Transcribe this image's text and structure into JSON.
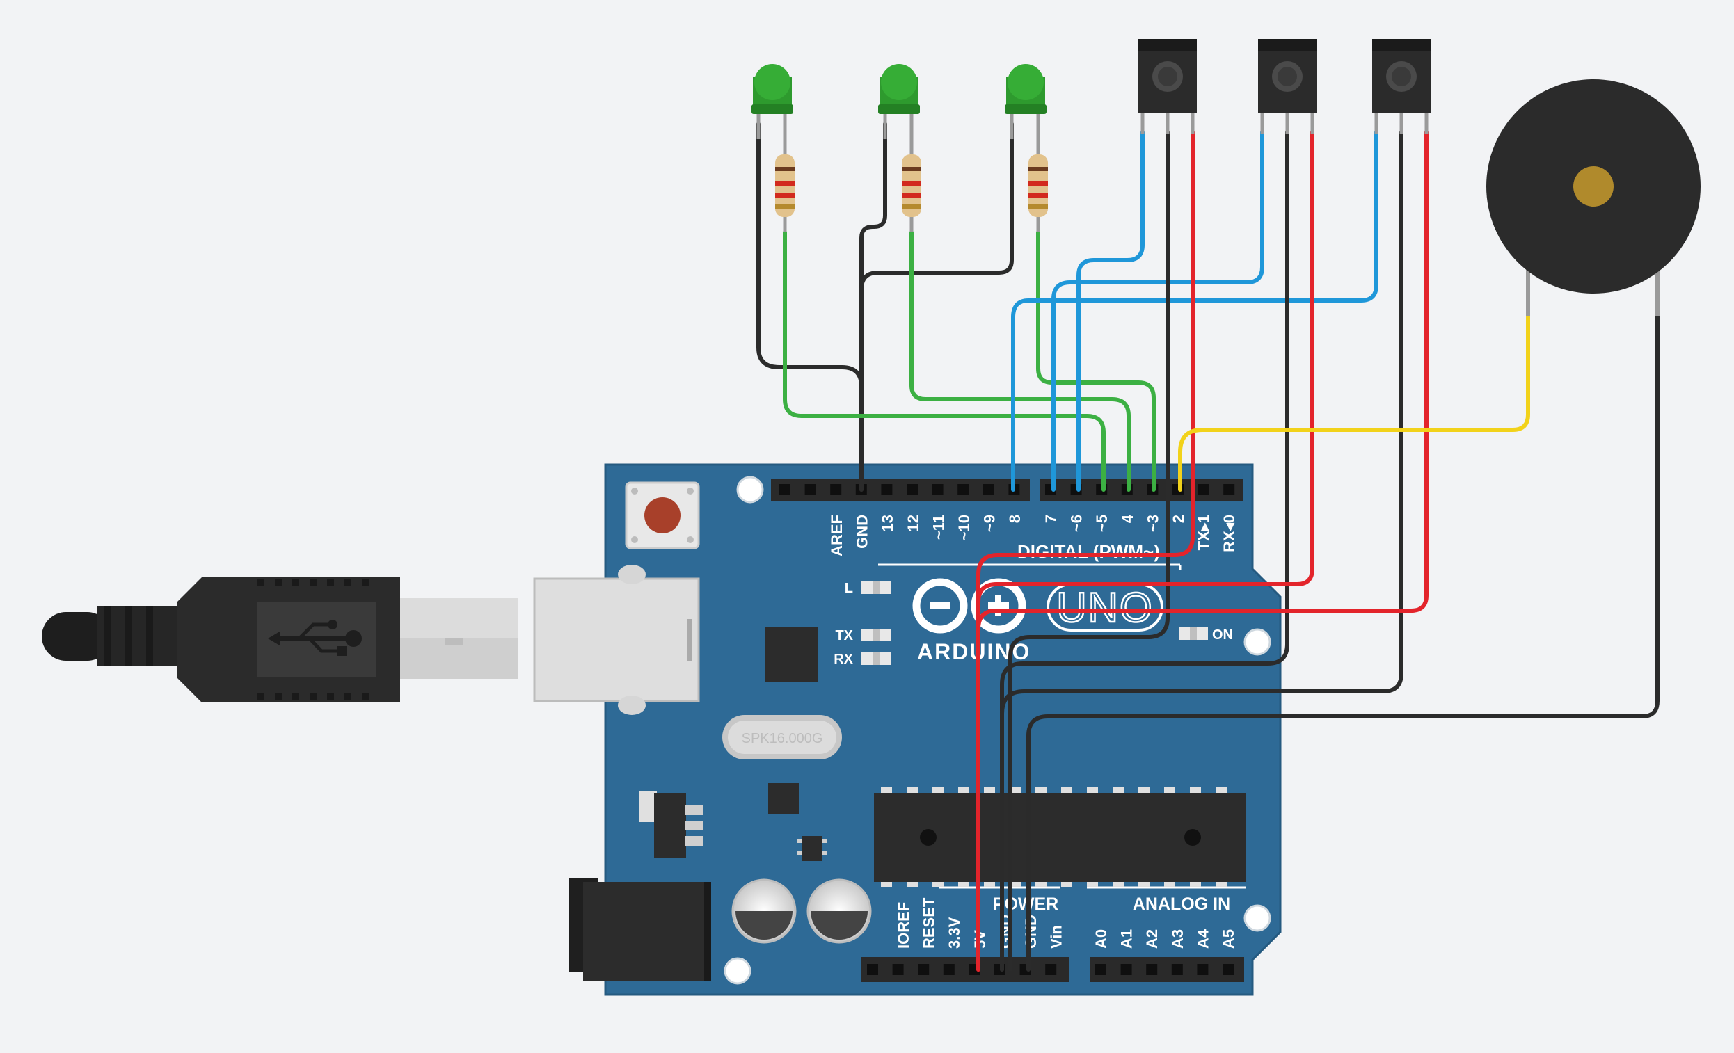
{
  "colors": {
    "background": "#f2f3f5",
    "board": "#2e6a96",
    "board_edge": "#255a80",
    "wire_black": "#2b2b2b",
    "wire_green": "#3cb043",
    "wire_blue": "#1f97d9",
    "wire_red": "#e3242b",
    "wire_yellow": "#f2d21a",
    "led_green": "#2e9a2e",
    "silkscreen": "#ffffff"
  },
  "board": {
    "brand": "ARDUINO",
    "model": "UNO",
    "digital_header_label": "DIGITAL (PWM~)",
    "digital_pins_left": [
      "AREF",
      "GND",
      "13",
      "12",
      "~11",
      "~10",
      "~9",
      "8"
    ],
    "digital_pins_right": [
      "7",
      "~6",
      "~5",
      "4",
      "~3",
      "2",
      "TX▸1",
      "RX◂0"
    ],
    "led_labels": [
      "L",
      "TX",
      "RX"
    ],
    "on_label": "ON",
    "crystal_label": "SPK16.000G",
    "power_header_label": "POWER",
    "power_pins": [
      "IOREF",
      "RESET",
      "3.3V",
      "5V",
      "GND",
      "GND",
      "Vin"
    ],
    "analog_header_label": "ANALOG IN",
    "analog_pins": [
      "A0",
      "A1",
      "A2",
      "A3",
      "A4",
      "A5"
    ]
  },
  "components": [
    {
      "name": "green-led-1",
      "icon": "led-icon"
    },
    {
      "name": "green-led-2",
      "icon": "led-icon"
    },
    {
      "name": "green-led-3",
      "icon": "led-icon"
    },
    {
      "name": "resistor-1",
      "icon": "resistor-icon"
    },
    {
      "name": "resistor-2",
      "icon": "resistor-icon"
    },
    {
      "name": "resistor-3",
      "icon": "resistor-icon"
    },
    {
      "name": "ir-receiver-1",
      "icon": "ir-sensor-icon"
    },
    {
      "name": "ir-receiver-2",
      "icon": "ir-sensor-icon"
    },
    {
      "name": "ir-receiver-3",
      "icon": "ir-sensor-icon"
    },
    {
      "name": "piezo-buzzer",
      "icon": "buzzer-icon"
    },
    {
      "name": "usb-b-cable",
      "icon": "usb-icon"
    }
  ]
}
